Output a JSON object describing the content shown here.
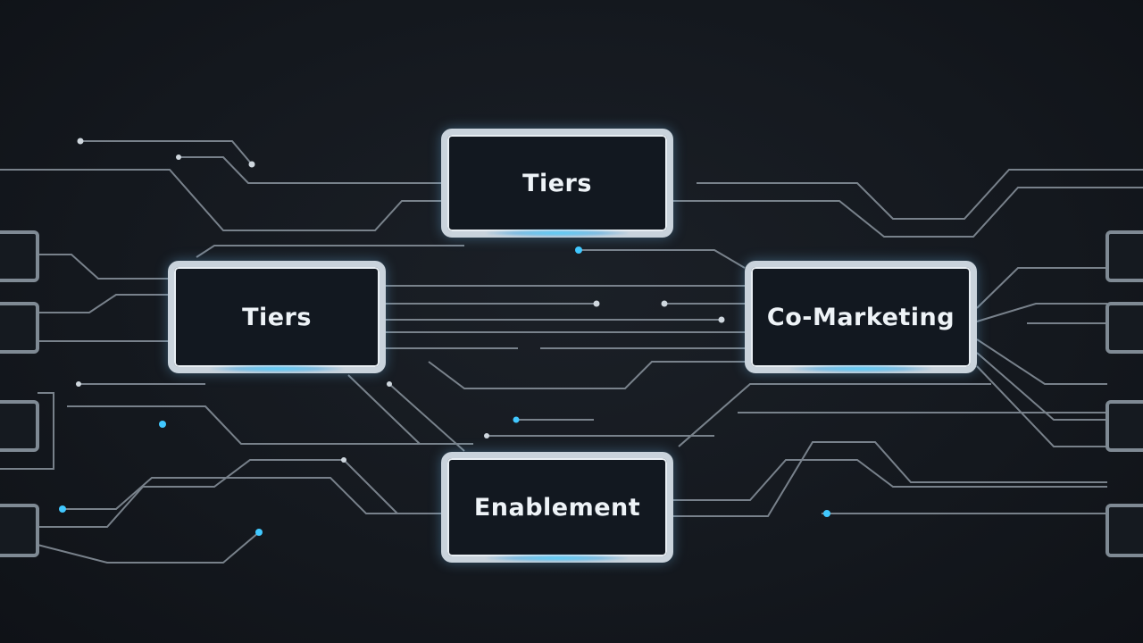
{
  "diagram": {
    "nodes": [
      {
        "id": "top",
        "label": "Tiers"
      },
      {
        "id": "left",
        "label": "Tiers"
      },
      {
        "id": "right",
        "label": "Co-Marketing"
      },
      {
        "id": "bottom",
        "label": "Enablement"
      }
    ],
    "colors": {
      "background": "#14181e",
      "line": "#8a949e",
      "glow": "#35c4ff",
      "node_border": "#c9d3dc"
    }
  }
}
